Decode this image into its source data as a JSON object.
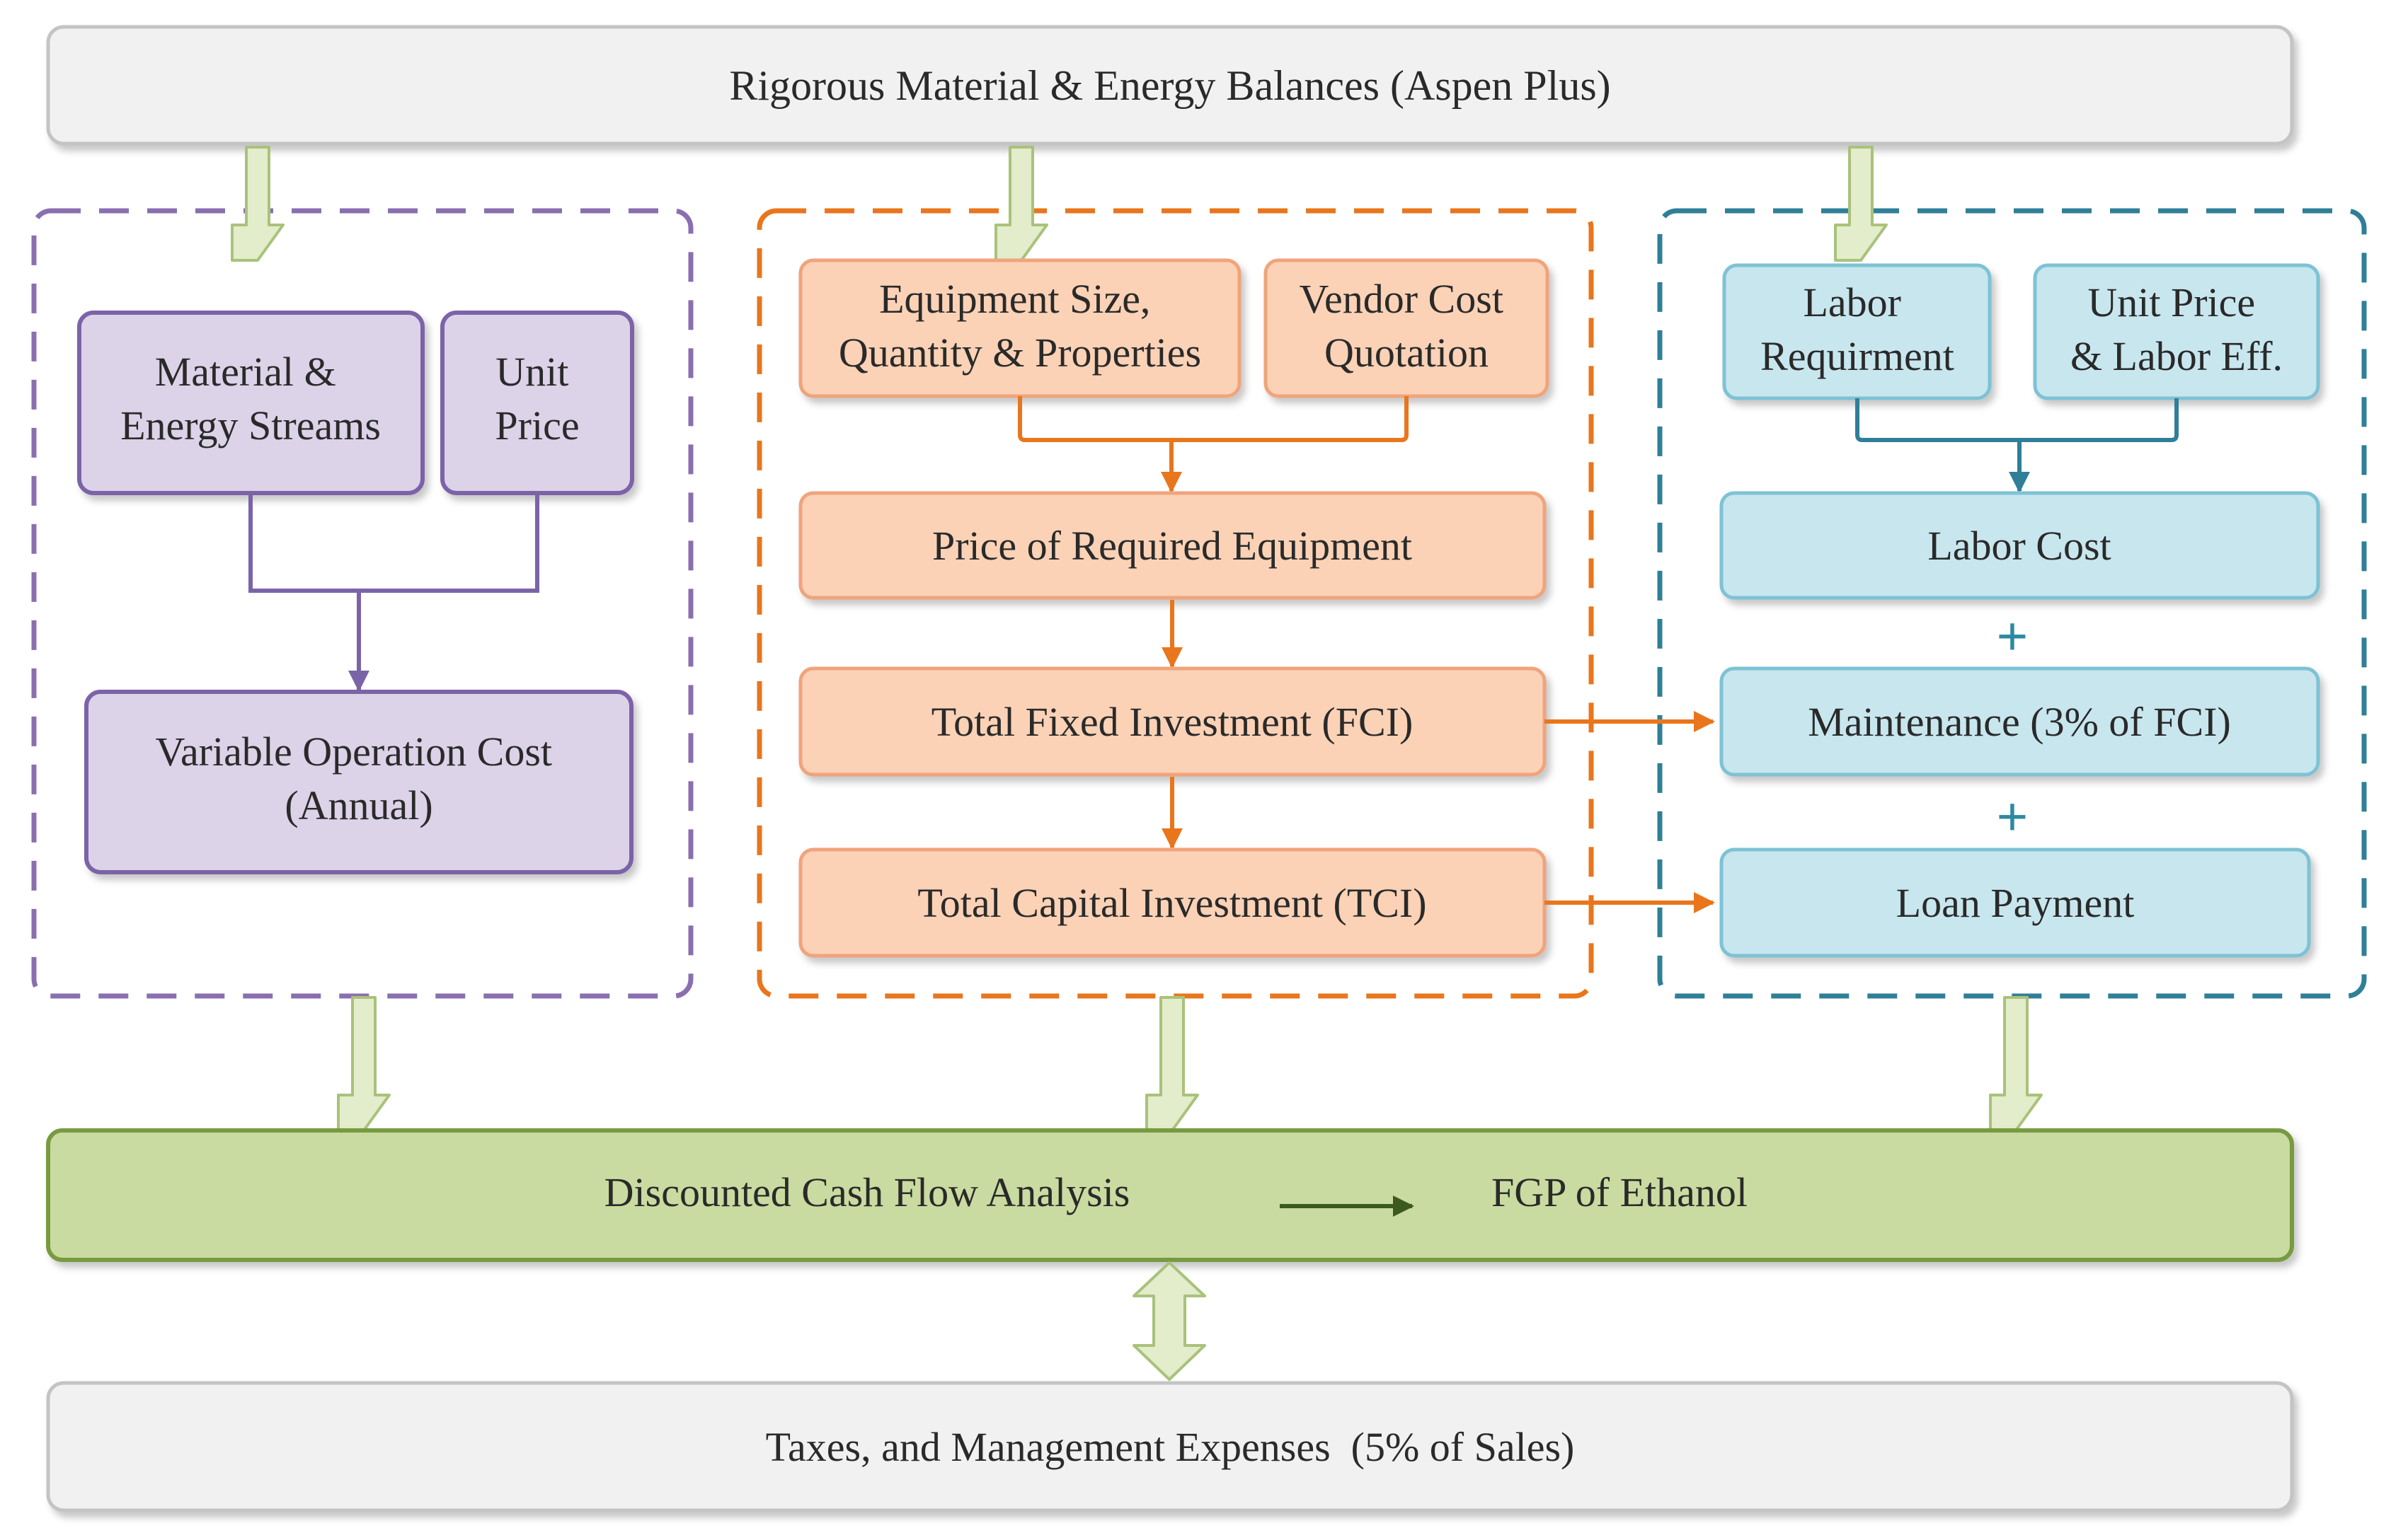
{
  "colors": {
    "gray_fill": "#f1f1f1",
    "gray_stroke": "#c4c4c4",
    "purple_fill": "#dcd3e8",
    "purple_stroke": "#7b63a8",
    "purple_dash": "#8a6fb0",
    "orange_fill": "#fbd2b6",
    "orange_stroke": "#f0a47c",
    "orange_dash": "#e9761c",
    "teal_fill": "#c8e6ee",
    "teal_stroke": "#7ec2d5",
    "teal_dash": "#2f7f98",
    "green_fill": "#c9dba0",
    "green_stroke": "#789a40",
    "block_arrow_fill": "#e3eccb",
    "block_arrow_stroke": "#a9c27a"
  },
  "top": {
    "label": "Rigorous Material & Energy Balances (Aspen Plus)"
  },
  "left": {
    "material": [
      "Material &",
      "Energy Streams"
    ],
    "unit_price": [
      "Unit",
      "Price"
    ],
    "variable_cost": [
      "Variable Operation Cost",
      "(Annual)"
    ]
  },
  "middle": {
    "equipment": [
      "Equipment Size,",
      "Quantity & Properties"
    ],
    "vendor": [
      "Vendor Cost",
      "Quotation"
    ],
    "price_equipment": "Price of Required Equipment",
    "fci": "Total Fixed Investment (FCI)",
    "tci": "Total Capital Investment (TCI)"
  },
  "right": {
    "labor_req": [
      "Labor",
      "Requirment"
    ],
    "unit_price_labor": [
      "Unit Price",
      "& Labor Eff."
    ],
    "labor_cost": "Labor Cost",
    "plus1": "+",
    "maintenance": "Maintenance (3% of FCI)",
    "plus2": "+",
    "loan": "Loan Payment"
  },
  "dcf": {
    "analysis": "Discounted Cash Flow Analysis",
    "fgp": "FGP of Ethanol"
  },
  "bottom": {
    "label": "Taxes, and Management Expenses  (5% of Sales)"
  }
}
